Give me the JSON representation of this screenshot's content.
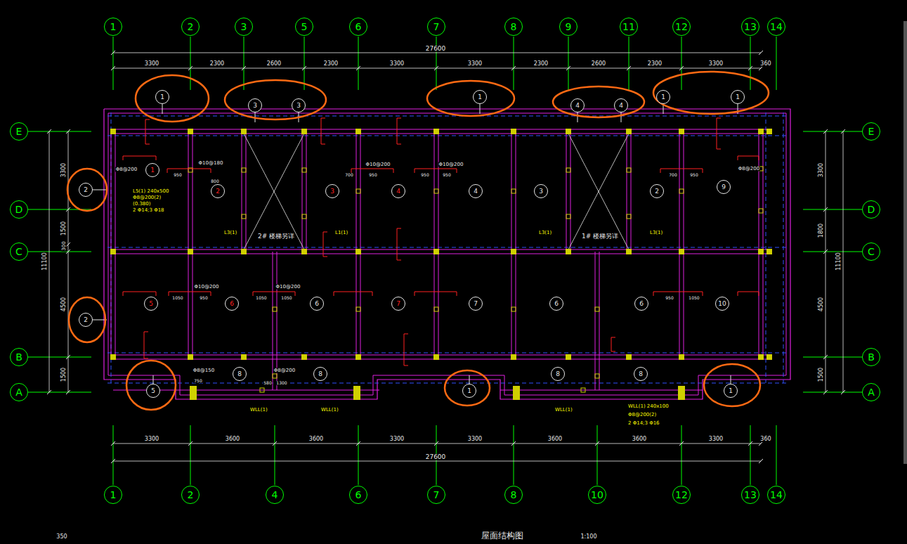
{
  "diagram": {
    "nodes": [
      {
        "text": [
          "1"
        ]
      },
      {
        "text": [
          "2"
        ]
      },
      {
        "text": [
          "3"
        ]
      },
      {
        "text": [
          "5"
        ]
      },
      {
        "text": [
          "6"
        ]
      },
      {
        "text": [
          "7"
        ]
      },
      {
        "text": [
          "8"
        ]
      },
      {
        "text": [
          "9"
        ]
      },
      {
        "text": [
          "11"
        ]
      },
      {
        "text": [
          "12"
        ]
      },
      {
        "text": [
          "13"
        ]
      },
      {
        "text": [
          "14"
        ]
      },
      {
        "text": [
          "1"
        ]
      },
      {
        "text": [
          "3"
        ]
      },
      {
        "text": [
          "3"
        ]
      },
      {
        "text": [
          "1"
        ]
      },
      {
        "text": [
          "4"
        ]
      },
      {
        "text": [
          "4"
        ]
      },
      {
        "text": [
          "1"
        ]
      },
      {
        "text": [
          "1"
        ]
      },
      {
        "text": [
          "E"
        ]
      },
      {
        "text": [
          "D"
        ]
      },
      {
        "text": [
          "C"
        ]
      },
      {
        "text": [
          "B"
        ]
      },
      {
        "text": [
          "A"
        ]
      },
      {
        "text": [
          "E"
        ]
      },
      {
        "text": [
          "D"
        ]
      },
      {
        "text": [
          "C"
        ]
      },
      {
        "text": [
          "B"
        ]
      },
      {
        "text": [
          "A"
        ]
      },
      {
        "text": [
          "2"
        ]
      },
      {
        "text": [
          "2"
        ]
      },
      {
        "text": [
          "1"
        ]
      },
      {
        "text": [
          "2"
        ]
      },
      {
        "text": [
          "3"
        ]
      },
      {
        "text": [
          "4"
        ]
      },
      {
        "text": [
          "4"
        ]
      },
      {
        "text": [
          "3"
        ]
      },
      {
        "text": [
          "2"
        ]
      },
      {
        "text": [
          "9"
        ]
      },
      {
        "text": [
          "5"
        ]
      },
      {
        "text": [
          "6"
        ]
      },
      {
        "text": [
          "6"
        ]
      },
      {
        "text": [
          "7"
        ]
      },
      {
        "text": [
          "7"
        ]
      },
      {
        "text": [
          "6"
        ]
      },
      {
        "text": [
          "6"
        ]
      },
      {
        "text": [
          "10"
        ]
      },
      {
        "text": [
          "8"
        ]
      },
      {
        "text": [
          "8"
        ]
      },
      {
        "text": [
          "8"
        ]
      },
      {
        "text": [
          "8"
        ]
      },
      {
        "text": [
          "5"
        ]
      },
      {
        "text": [
          "1"
        ]
      },
      {
        "text": [
          "1"
        ]
      },
      {
        "text": [
          "1"
        ]
      },
      {
        "text": [
          "2"
        ]
      },
      {
        "text": [
          "4"
        ]
      },
      {
        "text": [
          "6"
        ]
      },
      {
        "text": [
          "7"
        ]
      },
      {
        "text": [
          "8"
        ]
      },
      {
        "text": [
          "10"
        ]
      },
      {
        "text": [
          "12"
        ]
      },
      {
        "text": [
          "13"
        ]
      },
      {
        "text": [
          "14"
        ]
      }
    ],
    "labels": [
      "27600",
      "3300",
      "2300",
      "2600",
      "2300",
      "3300",
      "3300",
      "2300",
      "2600",
      "2300",
      "3300",
      "360",
      "3300",
      "1500",
      "300",
      "4500",
      "1500",
      "11100",
      "3300",
      "1800",
      "4500",
      "1500",
      "11100",
      "3300",
      "3600",
      "3600",
      "3300",
      "3300",
      "3600",
      "3600",
      "3300",
      "360",
      "27600",
      "L5(1) 240x500",
      "Φ8@200(2)",
      "(0.380)",
      "2 Φ14;3 Φ18",
      "L3(1)",
      "L1(1)",
      "L3(1)",
      "L3(1)",
      "2# 楼梯另详",
      "1# 楼梯另详",
      "WLL(1)",
      "WLL(1)",
      "WLL(1)",
      "WLL(1) 240x100",
      "Φ8@200(2)",
      "2 Φ14;3 Φ16",
      "Φ8@200",
      "Φ10@180",
      "Φ10@200",
      "Φ10@200",
      "Φ8@200",
      "Φ10@200",
      "Φ10@200",
      "Φ8@150",
      "Φ8@200",
      "950",
      "800",
      "700",
      "950",
      "950",
      "950",
      "700",
      "950",
      "1050",
      "950",
      "1050",
      "1050",
      "950",
      "1050",
      "750",
      "580",
      "1300",
      "350",
      "屋面结构图",
      "1:100"
    ]
  }
}
